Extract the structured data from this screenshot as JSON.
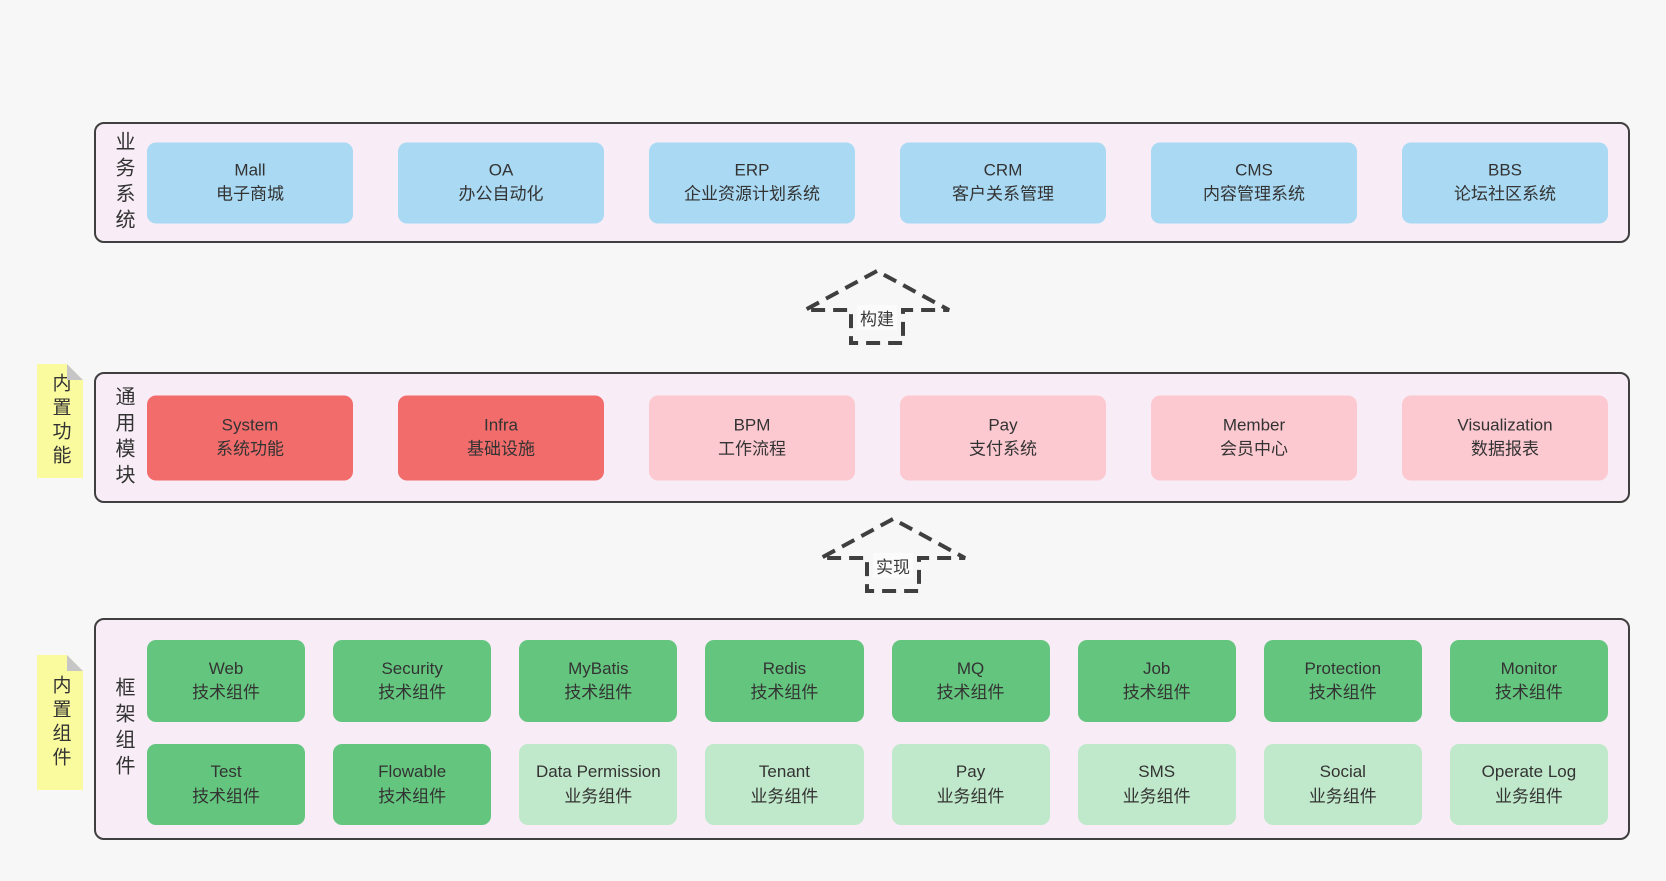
{
  "diagram": {
    "layers": [
      {
        "label": "业务系统",
        "rows": [
          [
            {
              "name": "Mall",
              "subtitle": "电子商城",
              "type": "blue"
            },
            {
              "name": "OA",
              "subtitle": "办公自动化",
              "type": "blue"
            },
            {
              "name": "ERP",
              "subtitle": "企业资源计划系统",
              "type": "blue"
            },
            {
              "name": "CRM",
              "subtitle": "客户关系管理",
              "type": "blue"
            },
            {
              "name": "CMS",
              "subtitle": "内容管理系统",
              "type": "blue"
            },
            {
              "name": "BBS",
              "subtitle": "论坛社区系统",
              "type": "blue"
            }
          ]
        ]
      },
      {
        "label": "通用模块",
        "rows": [
          [
            {
              "name": "System",
              "subtitle": "系统功能",
              "type": "red"
            },
            {
              "name": "Infra",
              "subtitle": "基础设施",
              "type": "red"
            },
            {
              "name": "BPM",
              "subtitle": "工作流程",
              "type": "pink"
            },
            {
              "name": "Pay",
              "subtitle": "支付系统",
              "type": "pink"
            },
            {
              "name": "Member",
              "subtitle": "会员中心",
              "type": "pink"
            },
            {
              "name": "Visualization",
              "subtitle": "数据报表",
              "type": "pink"
            }
          ]
        ]
      },
      {
        "label": "框架组件",
        "rows": [
          [
            {
              "name": "Web",
              "subtitle": "技术组件",
              "type": "green"
            },
            {
              "name": "Security",
              "subtitle": "技术组件",
              "type": "green"
            },
            {
              "name": "MyBatis",
              "subtitle": "技术组件",
              "type": "green"
            },
            {
              "name": "Redis",
              "subtitle": "技术组件",
              "type": "green"
            },
            {
              "name": "MQ",
              "subtitle": "技术组件",
              "type": "green"
            },
            {
              "name": "Job",
              "subtitle": "技术组件",
              "type": "green"
            },
            {
              "name": "Protection",
              "subtitle": "技术组件",
              "type": "green"
            },
            {
              "name": "Monitor",
              "subtitle": "技术组件",
              "type": "green"
            }
          ],
          [
            {
              "name": "Test",
              "subtitle": "技术组件",
              "type": "green"
            },
            {
              "name": "Flowable",
              "subtitle": "技术组件",
              "type": "green"
            },
            {
              "name": "Data Permission",
              "subtitle": "业务组件",
              "type": "lightgreen"
            },
            {
              "name": "Tenant",
              "subtitle": "业务组件",
              "type": "lightgreen"
            },
            {
              "name": "Pay",
              "subtitle": "业务组件",
              "type": "lightgreen"
            },
            {
              "name": "SMS",
              "subtitle": "业务组件",
              "type": "lightgreen"
            },
            {
              "name": "Social",
              "subtitle": "业务组件",
              "type": "lightgreen"
            },
            {
              "name": "Operate Log",
              "subtitle": "业务组件",
              "type": "lightgreen"
            }
          ]
        ]
      }
    ],
    "arrows": [
      {
        "label": "构建"
      },
      {
        "label": "实现"
      }
    ],
    "notes": [
      {
        "label": "内置功能"
      },
      {
        "label": "内置组件"
      }
    ],
    "colors": {
      "page-bg": "#f7f7f7",
      "layer-bg": "#f8edf6",
      "line": "#3f3f3f",
      "text": "#333333",
      "blue": "#a9d9f3",
      "red": "#f26c6c",
      "pink": "#fcc9d1",
      "green": "#64c67e",
      "lightgreen": "#c0e8ca",
      "yellow": "#fafa9f",
      "fold": "#c6c6c6",
      "label-bg": "#fbfbfb"
    }
  }
}
